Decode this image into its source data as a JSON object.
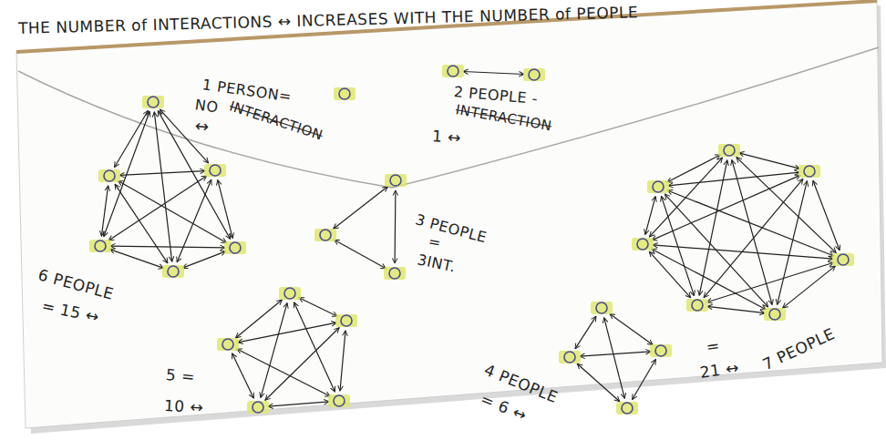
{
  "diagram": {
    "title": "THE NUMBER of INTERACTIONS ↔ INCREASES WITH THE NUMBER of PEOPLE",
    "labels": [
      "1 PERSON=",
      "NO",
      "INTERACTION",
      "↔",
      "2 PEOPLE -",
      "INTERACTION",
      "1 ↔",
      "3 PEOPLE",
      "=",
      "3INT.",
      "6 PEOPLE",
      "= 15 ↔",
      "5 =",
      "10 ↔",
      "4 PEOPLE",
      "= 6 ↔",
      "7 PEOPLE",
      "=",
      "21 ↔"
    ]
  }
}
